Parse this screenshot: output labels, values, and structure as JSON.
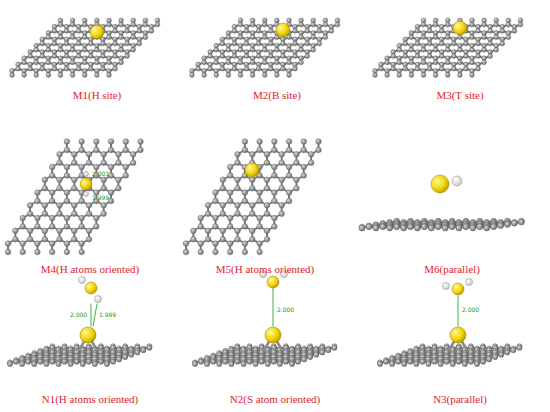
{
  "diagram": {
    "labels": [
      "M1(H site)",
      "M2(B site)",
      "M3(T site)",
      "M4(H atoms oriented)",
      "2.001",
      "1.999",
      "M5(H atoms oriented)",
      "M6(parallel)",
      "N1(H atoms oriented)",
      "2.000",
      "1.999",
      "N2(S atom oriented)",
      "2.000",
      "N3(parallel)",
      "2.000"
    ]
  }
}
